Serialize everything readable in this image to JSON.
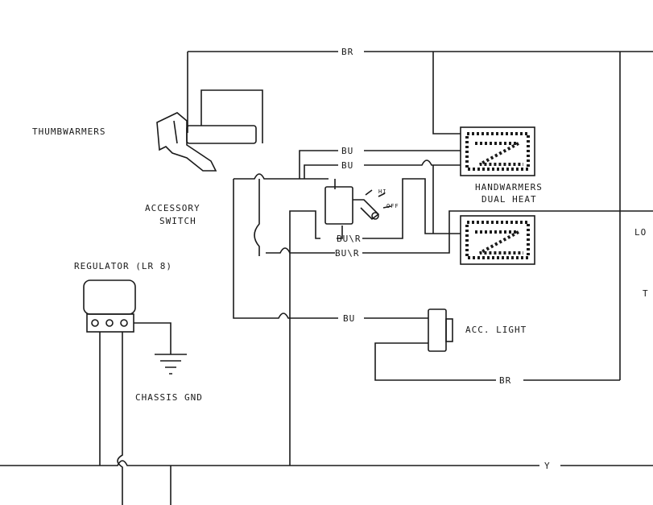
{
  "components": {
    "thumbwarmers": "THUMBWARMERS",
    "accessory_switch_line1": "ACCESSORY",
    "accessory_switch_line2": "SWITCH",
    "switch_hi": "HI",
    "switch_off": "OFF",
    "handwarmers_line1": "HANDWARMERS",
    "handwarmers_line2": "DUAL HEAT",
    "regulator": "REGULATOR (LR 8)",
    "chassis_gnd": "CHASSIS GND",
    "acc_light": "ACC. LIGHT",
    "right_partial_1": "LO",
    "right_partial_2": "T"
  },
  "wires": {
    "br_top": "BR",
    "bu_1": "BU",
    "bu_2": "BU",
    "bu_r_1": "BU\\R",
    "bu_r_2": "BU\\R",
    "bu_light": "BU",
    "br_light": "BR",
    "y_bottom": "Y"
  }
}
